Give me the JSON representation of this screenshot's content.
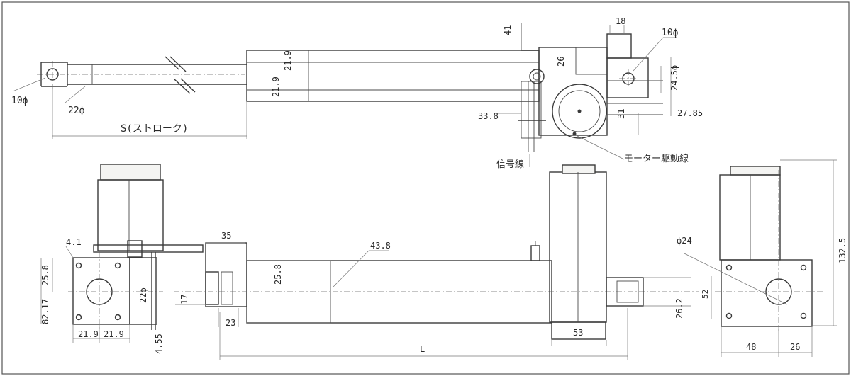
{
  "top_view": {
    "hole_left": "10ϕ",
    "rod_dia": "22ϕ",
    "stroke": "S(ストローク)",
    "tube_dim_a": "21.9",
    "tube_dim_b": "21.9",
    "dim_41": "41",
    "dim_18": "18",
    "hole_right": "10ϕ",
    "dim_26": "26",
    "dim_245": "24.5ϕ",
    "dim_338": "33.8",
    "dim_31": "31",
    "dim_2785": "27.85",
    "signal_wire": "信号線",
    "motor_wire": "モーター駆動線"
  },
  "end_view": {
    "dim_41": "4.1",
    "dim_258": "25.8",
    "dim_8217": "82.17",
    "rod_dia": "22ϕ",
    "dim_219a": "21.9",
    "dim_219b": "21.9",
    "dim_455": "4.55"
  },
  "side_view": {
    "dim_35": "35",
    "dim_438": "43.8",
    "dim_258": "25.8",
    "dim_17": "17",
    "dim_23": "23",
    "dim_262": "26.2",
    "dim_53": "53",
    "dim_L": "L"
  },
  "right_view": {
    "dim_phi24": "ϕ24",
    "dim_1325": "132.5",
    "dim_52": "52",
    "dim_48": "48",
    "dim_26": "26"
  }
}
